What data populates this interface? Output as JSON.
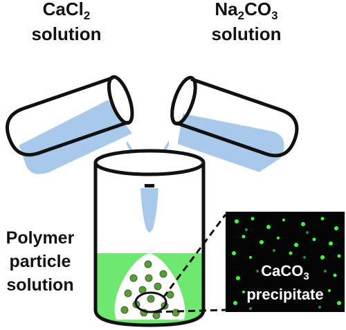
{
  "labels": {
    "cacl2": {
      "main": "CaCl",
      "sub": "2",
      "line2": "solution"
    },
    "na2co3": {
      "pre": "Na",
      "sub1": "2",
      "mid": "CO",
      "sub2": "3",
      "line2": "solution"
    },
    "polymer": {
      "line1": "Polymer",
      "line2": "particle",
      "line3": "solution"
    },
    "caco3": {
      "main": "CaCO",
      "sub": "3",
      "line2": "precipitate"
    }
  },
  "colors": {
    "solution_blue": "#a9c9ea",
    "particle_green": "#6fe86f",
    "particle_dark": "#4f8f3a",
    "outline": "#111111",
    "inset_bg": "#050505",
    "inset_glow": "#39ff39"
  },
  "icons": [
    "left-test-tube-icon",
    "right-test-tube-icon",
    "beaker-icon",
    "droplet-icon",
    "microscope-inset-icon"
  ]
}
